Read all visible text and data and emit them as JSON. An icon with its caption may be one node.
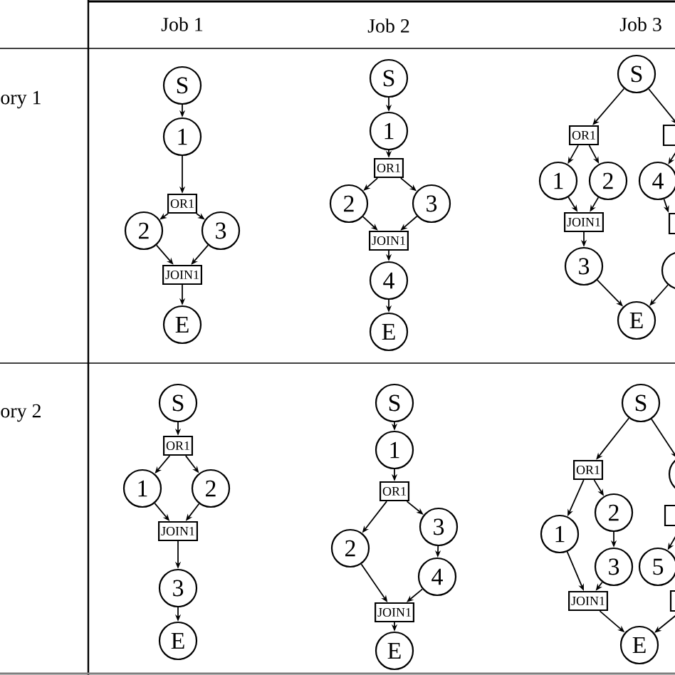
{
  "diagram": {
    "nodes": [
      {
        "text": [
          "S"
        ]
      },
      {
        "text": [
          "1"
        ]
      },
      {
        "text": [
          "OR1"
        ]
      },
      {
        "text": [
          "2"
        ]
      },
      {
        "text": [
          "3"
        ]
      },
      {
        "text": [
          "JOIN1"
        ]
      },
      {
        "text": [
          "E"
        ]
      },
      {
        "text": [
          "S"
        ]
      },
      {
        "text": [
          "1"
        ]
      },
      {
        "text": [
          "OR1"
        ]
      },
      {
        "text": [
          "2"
        ]
      },
      {
        "text": [
          "3"
        ]
      },
      {
        "text": [
          "JOIN1"
        ]
      },
      {
        "text": [
          "4"
        ]
      },
      {
        "text": [
          "E"
        ]
      },
      {
        "text": [
          "S"
        ]
      },
      {
        "text": [
          "OR1"
        ]
      },
      {
        "text": [],
        "shape": "box"
      },
      {
        "text": [
          "1"
        ]
      },
      {
        "text": [
          "2"
        ]
      },
      {
        "text": [
          "4"
        ]
      },
      {
        "text": [
          "JOIN1"
        ]
      },
      {
        "text": [],
        "shape": "box"
      },
      {
        "text": [
          "3"
        ]
      },
      {
        "text": [],
        "shape": "circle"
      },
      {
        "text": [
          "E"
        ]
      },
      {
        "text": [
          "S"
        ]
      },
      {
        "text": [
          "OR1"
        ]
      },
      {
        "text": [
          "1"
        ]
      },
      {
        "text": [
          "2"
        ]
      },
      {
        "text": [
          "JOIN1"
        ]
      },
      {
        "text": [
          "3"
        ]
      },
      {
        "text": [
          "E"
        ]
      },
      {
        "text": [
          "S"
        ]
      },
      {
        "text": [
          "1"
        ]
      },
      {
        "text": [
          "OR1"
        ]
      },
      {
        "text": [
          "3"
        ]
      },
      {
        "text": [
          "2"
        ]
      },
      {
        "text": [
          "4"
        ]
      },
      {
        "text": [
          "JOIN1"
        ]
      },
      {
        "text": [
          "E"
        ]
      },
      {
        "text": [
          "S"
        ]
      },
      {
        "text": [
          "OR1"
        ]
      },
      {
        "text": [],
        "shape": "circle"
      },
      {
        "text": [
          "2"
        ]
      },
      {
        "text": [],
        "shape": "box"
      },
      {
        "text": [
          "1"
        ]
      },
      {
        "text": [
          "3"
        ]
      },
      {
        "text": [
          "5"
        ]
      },
      {
        "text": [
          "JOIN1"
        ]
      },
      {
        "text": [],
        "shape": "box"
      },
      {
        "text": [
          "E"
        ]
      }
    ],
    "edges": [
      {
        "from": 0,
        "to": 1,
        "arrow": "to"
      },
      {
        "from": 1,
        "to": 2,
        "arrow": "to"
      },
      {
        "from": 2,
        "to": 3,
        "arrow": "to"
      },
      {
        "from": 2,
        "to": 4,
        "arrow": "to"
      },
      {
        "from": 3,
        "to": 5,
        "arrow": "to"
      },
      {
        "from": 4,
        "to": 5,
        "arrow": "to"
      },
      {
        "from": 5,
        "to": 6,
        "arrow": "to"
      },
      {
        "from": 7,
        "to": 8,
        "arrow": "to"
      },
      {
        "from": 8,
        "to": 9,
        "arrow": "to"
      },
      {
        "from": 9,
        "to": 10,
        "arrow": "to"
      },
      {
        "from": 9,
        "to": 11,
        "arrow": "to"
      },
      {
        "from": 10,
        "to": 12,
        "arrow": "to"
      },
      {
        "from": 11,
        "to": 12,
        "arrow": "to"
      },
      {
        "from": 12,
        "to": 13,
        "arrow": "to"
      },
      {
        "from": 13,
        "to": 14,
        "arrow": "to"
      },
      {
        "from": 15,
        "to": 16,
        "arrow": "to"
      },
      {
        "from": 15,
        "to": 17,
        "arrow": "to"
      },
      {
        "from": 16,
        "to": 18,
        "arrow": "to"
      },
      {
        "from": 16,
        "to": 19,
        "arrow": "to"
      },
      {
        "from": 17,
        "to": 20,
        "arrow": "to"
      },
      {
        "from": 18,
        "to": 21,
        "arrow": "to"
      },
      {
        "from": 19,
        "to": 21,
        "arrow": "to"
      },
      {
        "from": 20,
        "to": 22,
        "arrow": "to"
      },
      {
        "from": 21,
        "to": 23,
        "arrow": "to"
      },
      {
        "from": 23,
        "to": 25,
        "arrow": "to"
      },
      {
        "from": 24,
        "to": 25,
        "arrow": "to"
      },
      {
        "from": 26,
        "to": 27,
        "arrow": "to"
      },
      {
        "from": 27,
        "to": 28,
        "arrow": "to"
      },
      {
        "from": 27,
        "to": 29,
        "arrow": "to"
      },
      {
        "from": 28,
        "to": 30,
        "arrow": "to"
      },
      {
        "from": 29,
        "to": 30,
        "arrow": "to"
      },
      {
        "from": 30,
        "to": 31,
        "arrow": "to"
      },
      {
        "from": 31,
        "to": 32,
        "arrow": "to"
      },
      {
        "from": 33,
        "to": 34,
        "arrow": "to"
      },
      {
        "from": 34,
        "to": 35,
        "arrow": "to"
      },
      {
        "from": 35,
        "to": 37,
        "arrow": "to"
      },
      {
        "from": 35,
        "to": 36,
        "arrow": "to"
      },
      {
        "from": 36,
        "to": 38,
        "arrow": "to"
      },
      {
        "from": 37,
        "to": 39,
        "arrow": "to"
      },
      {
        "from": 38,
        "to": 39,
        "arrow": "to"
      },
      {
        "from": 39,
        "to": 40,
        "arrow": "to"
      },
      {
        "from": 41,
        "to": 42,
        "arrow": "to"
      },
      {
        "from": 41,
        "to": 43,
        "arrow": "to"
      },
      {
        "from": 42,
        "to": 46,
        "arrow": "to"
      },
      {
        "from": 42,
        "to": 44,
        "arrow": "to"
      },
      {
        "from": 44,
        "to": 47,
        "arrow": "to"
      },
      {
        "from": 45,
        "to": 48,
        "arrow": "to"
      },
      {
        "from": 46,
        "to": 49,
        "arrow": "to"
      },
      {
        "from": 47,
        "to": 49,
        "arrow": "to"
      },
      {
        "from": 49,
        "to": 51,
        "arrow": "to"
      },
      {
        "from": 50,
        "to": 51,
        "arrow": "to"
      }
    ],
    "labels": [
      "Job 1",
      "Job 2",
      "Job 3",
      "ory 1",
      "ory 2"
    ]
  }
}
